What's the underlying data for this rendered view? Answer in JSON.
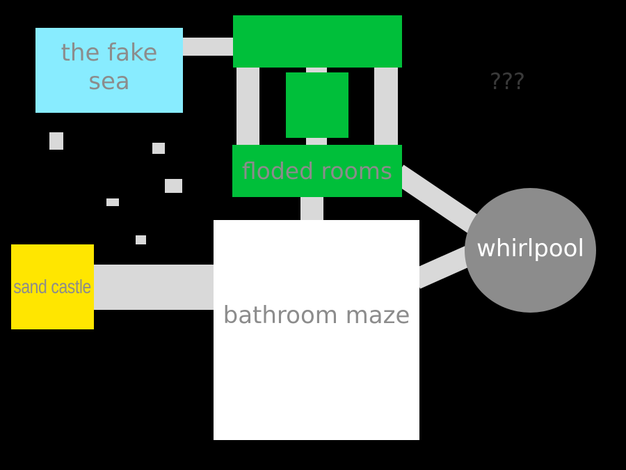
{
  "map": {
    "rooms": {
      "fake_sea": {
        "label": "the fake sea",
        "color": "#88ecff"
      },
      "floded_rooms": {
        "label": "floded rooms",
        "color": "#00bf3a"
      },
      "sand_castle": {
        "label": "sand castle",
        "color": "#ffe600"
      },
      "bathroom_maze": {
        "label": "bathroom maze",
        "color": "#ffffff"
      },
      "whirlpool": {
        "label": "whirlpool",
        "color": "#8c8c8c"
      }
    },
    "unknown_label": "???",
    "corridor_color": "#d9d9d9",
    "background_color": "#000000"
  }
}
